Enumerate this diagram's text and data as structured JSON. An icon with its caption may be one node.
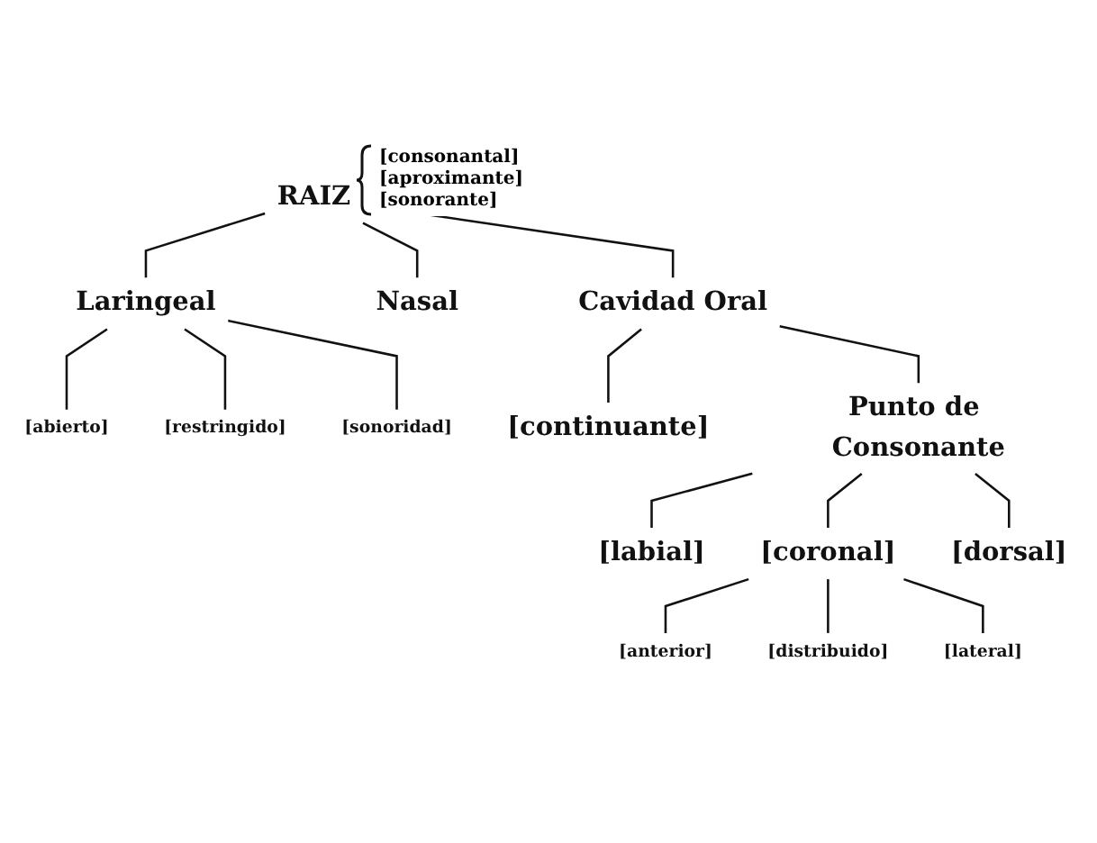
{
  "diagram": {
    "nodes": [
      {
        "text": [
          "RAIZ"
        ],
        "beside": [
          "[consonantal]",
          "[aproximante]",
          "[sonorante]"
        ]
      },
      {
        "text": [
          "Laringeal"
        ]
      },
      {
        "text": [
          "Nasal"
        ]
      },
      {
        "text": [
          "Cavidad Oral"
        ]
      },
      {
        "text": [
          "[abierto]"
        ]
      },
      {
        "text": [
          "[restringido]"
        ]
      },
      {
        "text": [
          "[sonoridad]"
        ]
      },
      {
        "text": [
          "[continuante]"
        ]
      },
      {
        "text": [
          "Punto de Consonante"
        ]
      },
      {
        "text": [
          "[labial]"
        ]
      },
      {
        "text": [
          "[coronal]"
        ]
      },
      {
        "text": [
          "[dorsal]"
        ]
      },
      {
        "text": [
          "[anterior]"
        ]
      },
      {
        "text": [
          "[distribuido]"
        ]
      },
      {
        "text": [
          "[lateral]"
        ]
      }
    ],
    "edges": [
      {
        "from": 0,
        "to": 1,
        "arrow": "none"
      },
      {
        "from": 0,
        "to": 2,
        "arrow": "none"
      },
      {
        "from": 0,
        "to": 3,
        "arrow": "none"
      },
      {
        "from": 1,
        "to": 4,
        "arrow": "none"
      },
      {
        "from": 1,
        "to": 5,
        "arrow": "none"
      },
      {
        "from": 1,
        "to": 6,
        "arrow": "none"
      },
      {
        "from": 3,
        "to": 7,
        "arrow": "none"
      },
      {
        "from": 3,
        "to": 8,
        "arrow": "none"
      },
      {
        "from": 8,
        "to": 9,
        "arrow": "none"
      },
      {
        "from": 8,
        "to": 10,
        "arrow": "none"
      },
      {
        "from": 8,
        "to": 11,
        "arrow": "none"
      },
      {
        "from": 10,
        "to": 12,
        "arrow": "none"
      },
      {
        "from": 10,
        "to": 13,
        "arrow": "none"
      },
      {
        "from": 10,
        "to": 14,
        "arrow": "none"
      }
    ]
  }
}
